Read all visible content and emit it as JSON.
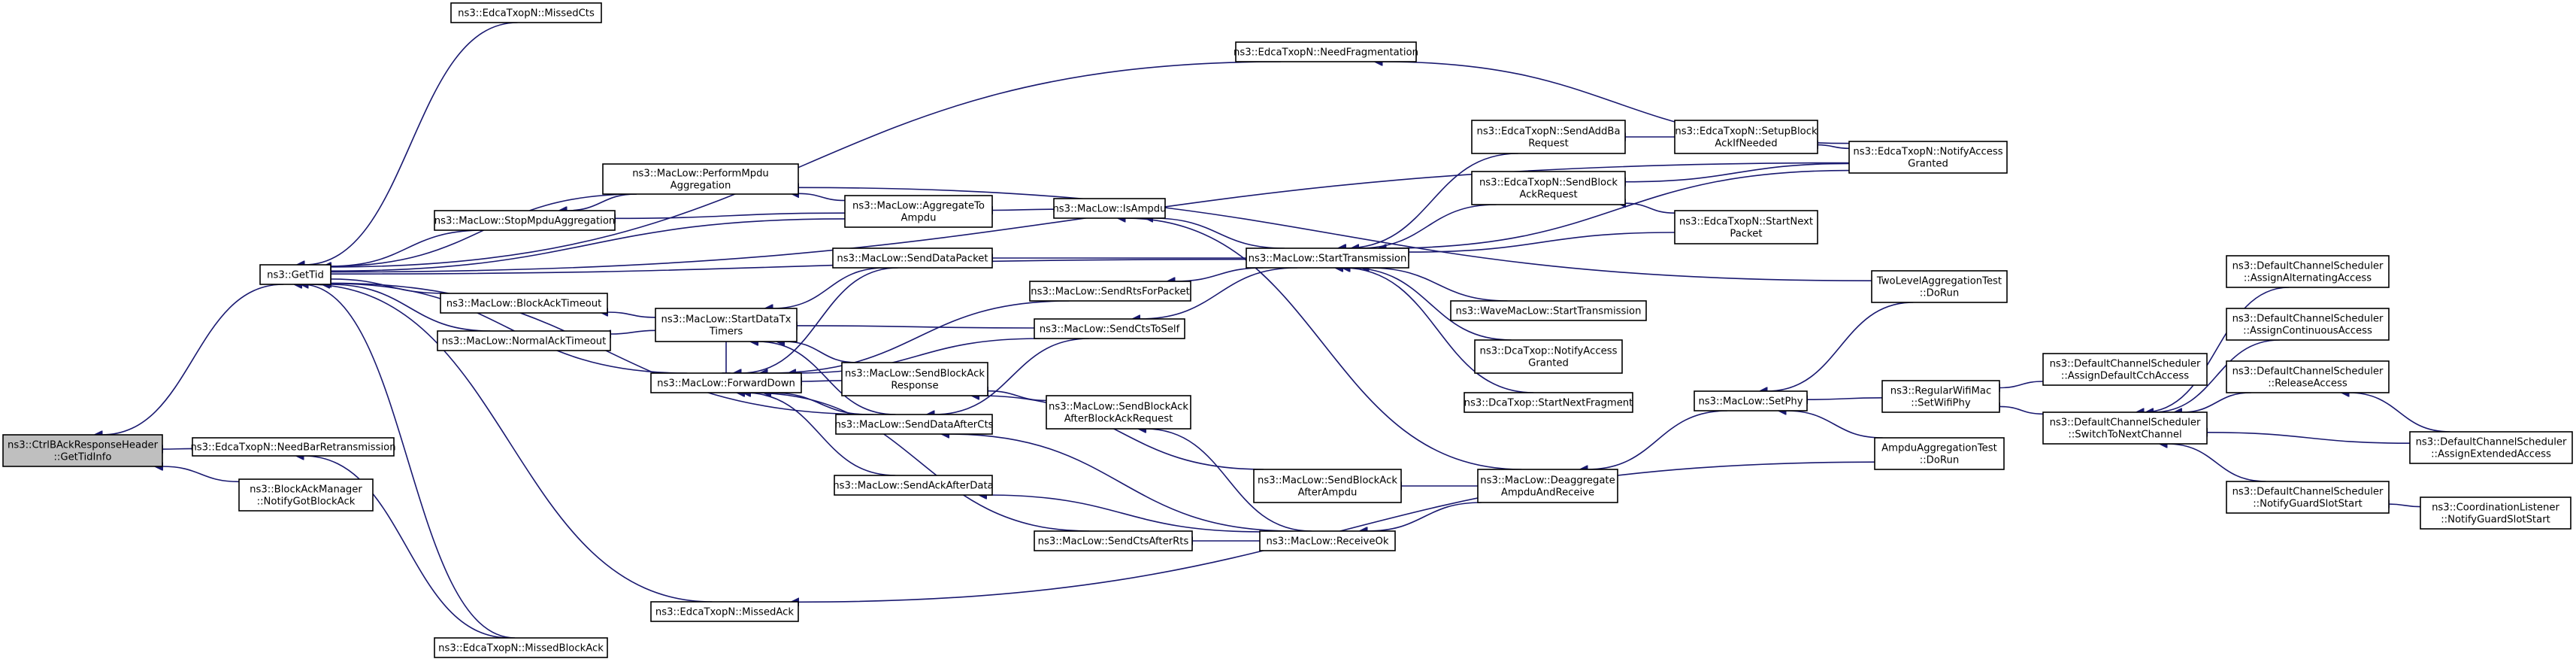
{
  "diagram": {
    "nodes": [
      {
        "id": "gettidinfo",
        "lines": [
          "ns3::CtrlBAckResponseHeader",
          "::GetTidInfo"
        ],
        "root": true
      },
      {
        "id": "gettid",
        "lines": [
          "ns3::GetTid"
        ]
      },
      {
        "id": "needbarretx",
        "lines": [
          "ns3::EdcaTxopN::NeedBarRetransmission"
        ]
      },
      {
        "id": "notifygotblockack",
        "lines": [
          "ns3::BlockAckManager",
          "::NotifyGotBlockAck"
        ]
      },
      {
        "id": "missedcts",
        "lines": [
          "ns3::EdcaTxopN::MissedCts"
        ]
      },
      {
        "id": "performmpdu",
        "lines": [
          "ns3::MacLow::PerformMpdu",
          "Aggregation"
        ]
      },
      {
        "id": "stopmpdu",
        "lines": [
          "ns3::MacLow::StopMpduAggregation"
        ]
      },
      {
        "id": "blockacktimeout",
        "lines": [
          "ns3::MacLow::BlockAckTimeout"
        ]
      },
      {
        "id": "normalacktimeout",
        "lines": [
          "ns3::MacLow::NormalAckTimeout"
        ]
      },
      {
        "id": "forwarddown",
        "lines": [
          "ns3::MacLow::ForwardDown"
        ]
      },
      {
        "id": "missedack",
        "lines": [
          "ns3::EdcaTxopN::MissedAck"
        ]
      },
      {
        "id": "missedblockack",
        "lines": [
          "ns3::EdcaTxopN::MissedBlockAck"
        ]
      },
      {
        "id": "aggregatetoampdu",
        "lines": [
          "ns3::MacLow::AggregateTo",
          "Ampdu"
        ]
      },
      {
        "id": "senddatapacket",
        "lines": [
          "ns3::MacLow::SendDataPacket"
        ]
      },
      {
        "id": "startdatatx",
        "lines": [
          "ns3::MacLow::StartDataTx",
          "Timers"
        ]
      },
      {
        "id": "sendblockackresp",
        "lines": [
          "ns3::MacLow::SendBlockAck",
          "Response"
        ]
      },
      {
        "id": "senddataaftercts",
        "lines": [
          "ns3::MacLow::SendDataAfterCts"
        ]
      },
      {
        "id": "sendackafterdata",
        "lines": [
          "ns3::MacLow::SendAckAfterData"
        ]
      },
      {
        "id": "needfrag",
        "lines": [
          "ns3::EdcaTxopN::NeedFragmentation"
        ]
      },
      {
        "id": "isampdu",
        "lines": [
          "ns3::MacLow::IsAmpdu"
        ]
      },
      {
        "id": "sendrtsforpacket",
        "lines": [
          "ns3::MacLow::SendRtsForPacket"
        ]
      },
      {
        "id": "sendctstoself",
        "lines": [
          "ns3::MacLow::SendCtsToSelf"
        ]
      },
      {
        "id": "sendblockackafterba",
        "lines": [
          "ns3::MacLow::SendBlockAck",
          "AfterBlockAckRequest"
        ]
      },
      {
        "id": "sendctsafterrts",
        "lines": [
          "ns3::MacLow::SendCtsAfterRts"
        ]
      },
      {
        "id": "starttransmission",
        "lines": [
          "ns3::MacLow::StartTransmission"
        ]
      },
      {
        "id": "sendblockackafterampdu",
        "lines": [
          "ns3::MacLow::SendBlockAck",
          "AfterAmpdu"
        ]
      },
      {
        "id": "receiveok",
        "lines": [
          "ns3::MacLow::ReceiveOk"
        ]
      },
      {
        "id": "sendaddba",
        "lines": [
          "ns3::EdcaTxopN::SendAddBa",
          "Request"
        ]
      },
      {
        "id": "sendblockackreq",
        "lines": [
          "ns3::EdcaTxopN::SendBlock",
          "AckRequest"
        ]
      },
      {
        "id": "wavestarttx",
        "lines": [
          "ns3::WaveMacLow::StartTransmission"
        ]
      },
      {
        "id": "dcanotifyaccess",
        "lines": [
          "ns3::DcaTxop::NotifyAccess",
          "Granted"
        ]
      },
      {
        "id": "dcastartnextfrag",
        "lines": [
          "ns3::DcaTxop::StartNextFragment"
        ]
      },
      {
        "id": "deaggregate",
        "lines": [
          "ns3::MacLow::Deaggregate",
          "AmpduAndReceive"
        ]
      },
      {
        "id": "setupblockack",
        "lines": [
          "ns3::EdcaTxopN::SetupBlock",
          "AckIfNeeded"
        ]
      },
      {
        "id": "startnextpacket",
        "lines": [
          "ns3::EdcaTxopN::StartNext",
          "Packet"
        ]
      },
      {
        "id": "edcanotifyaccess",
        "lines": [
          "ns3::EdcaTxopN::NotifyAccess",
          "Granted"
        ]
      },
      {
        "id": "setphy",
        "lines": [
          "ns3::MacLow::SetPhy"
        ]
      },
      {
        "id": "twolevelagg",
        "lines": [
          "TwoLevelAggregationTest",
          "::DoRun"
        ]
      },
      {
        "id": "regularwifimac",
        "lines": [
          "ns3::RegularWifiMac",
          "::SetWifiPhy"
        ]
      },
      {
        "id": "ampduaggtest",
        "lines": [
          "AmpduAggregationTest",
          "::DoRun"
        ]
      },
      {
        "id": "assigndefaultcch",
        "lines": [
          "ns3::DefaultChannelScheduler",
          "::AssignDefaultCchAccess"
        ]
      },
      {
        "id": "switchtonextchannel",
        "lines": [
          "ns3::DefaultChannelScheduler",
          "::SwitchToNextChannel"
        ]
      },
      {
        "id": "assignalternating",
        "lines": [
          "ns3::DefaultChannelScheduler",
          "::AssignAlternatingAccess"
        ]
      },
      {
        "id": "assigncontinuous",
        "lines": [
          "ns3::DefaultChannelScheduler",
          "::AssignContinuousAccess"
        ]
      },
      {
        "id": "releaseaccess",
        "lines": [
          "ns3::DefaultChannelScheduler",
          "::ReleaseAccess"
        ]
      },
      {
        "id": "assignextended",
        "lines": [
          "ns3::DefaultChannelScheduler",
          "::AssignExtendedAccess"
        ]
      },
      {
        "id": "notifyguardslotstart",
        "lines": [
          "ns3::DefaultChannelScheduler",
          "::NotifyGuardSlotStart"
        ]
      },
      {
        "id": "coordnotifyguard",
        "lines": [
          "ns3::CoordinationListener",
          "::NotifyGuardSlotStart"
        ]
      }
    ],
    "edges": [
      [
        "gettidinfo",
        "gettid"
      ],
      [
        "gettidinfo",
        "needbarretx"
      ],
      [
        "gettidinfo",
        "notifygotblockack"
      ],
      [
        "gettid",
        "missedcts"
      ],
      [
        "gettid",
        "performmpdu"
      ],
      [
        "gettid",
        "stopmpdu"
      ],
      [
        "gettid",
        "blockacktimeout"
      ],
      [
        "gettid",
        "normalacktimeout"
      ],
      [
        "gettid",
        "forwarddown"
      ],
      [
        "gettid",
        "senddataaftercts"
      ],
      [
        "gettid",
        "missedack"
      ],
      [
        "gettid",
        "missedblockack"
      ],
      [
        "gettid",
        "needfrag"
      ],
      [
        "gettid",
        "aggregatetoampdu"
      ],
      [
        "gettid",
        "starttransmission"
      ],
      [
        "gettid",
        "edcanotifyaccess"
      ],
      [
        "needbarretx",
        "missedblockack"
      ],
      [
        "performmpdu",
        "aggregatetoampdu"
      ],
      [
        "performmpdu",
        "twolevelagg"
      ],
      [
        "stopmpdu",
        "performmpdu"
      ],
      [
        "stopmpdu",
        "aggregatetoampdu"
      ],
      [
        "blockacktimeout",
        "startdatatx"
      ],
      [
        "normalacktimeout",
        "startdatatx"
      ],
      [
        "forwarddown",
        "senddatapacket"
      ],
      [
        "forwarddown",
        "startdatatx"
      ],
      [
        "forwarddown",
        "sendblockackresp"
      ],
      [
        "forwarddown",
        "senddataaftercts"
      ],
      [
        "forwarddown",
        "sendackafterdata"
      ],
      [
        "forwarddown",
        "sendrtsforpacket"
      ],
      [
        "forwarddown",
        "sendctstoself"
      ],
      [
        "forwarddown",
        "sendctsafterrts"
      ],
      [
        "aggregatetoampdu",
        "isampdu"
      ],
      [
        "isampdu",
        "starttransmission"
      ],
      [
        "isampdu",
        "deaggregate"
      ],
      [
        "startdatatx",
        "senddatapacket"
      ],
      [
        "startdatatx",
        "sendblockackresp"
      ],
      [
        "startdatatx",
        "senddataaftercts"
      ],
      [
        "startdatatx",
        "sendctstoself"
      ],
      [
        "senddatapacket",
        "starttransmission"
      ],
      [
        "sendrtsforpacket",
        "starttransmission"
      ],
      [
        "sendctstoself",
        "starttransmission"
      ],
      [
        "sendblockackresp",
        "sendblockackafterba"
      ],
      [
        "sendblockackresp",
        "sendblockackafterampdu"
      ],
      [
        "senddataaftercts",
        "sendctstoself"
      ],
      [
        "senddataaftercts",
        "receiveok"
      ],
      [
        "sendackafterdata",
        "receiveok"
      ],
      [
        "sendblockackafterba",
        "receiveok"
      ],
      [
        "sendctsafterrts",
        "receiveok"
      ],
      [
        "starttransmission",
        "sendaddba"
      ],
      [
        "starttransmission",
        "sendblockackreq"
      ],
      [
        "starttransmission",
        "wavestarttx"
      ],
      [
        "starttransmission",
        "dcanotifyaccess"
      ],
      [
        "starttransmission",
        "dcastartnextfrag"
      ],
      [
        "starttransmission",
        "edcanotifyaccess"
      ],
      [
        "starttransmission",
        "startnextpacket"
      ],
      [
        "sendblockackafterampdu",
        "deaggregate"
      ],
      [
        "receiveok",
        "deaggregate"
      ],
      [
        "sendaddba",
        "setupblockack"
      ],
      [
        "sendblockackreq",
        "startnextpacket"
      ],
      [
        "sendblockackreq",
        "edcanotifyaccess"
      ],
      [
        "setupblockack",
        "edcanotifyaccess"
      ],
      [
        "needfrag",
        "edcanotifyaccess"
      ],
      [
        "deaggregate",
        "setphy"
      ],
      [
        "missedack",
        "ampduaggtest"
      ],
      [
        "setphy",
        "twolevelagg"
      ],
      [
        "setphy",
        "regularwifimac"
      ],
      [
        "setphy",
        "ampduaggtest"
      ],
      [
        "regularwifimac",
        "assigndefaultcch"
      ],
      [
        "regularwifimac",
        "switchtonextchannel"
      ],
      [
        "switchtonextchannel",
        "assignalternating"
      ],
      [
        "switchtonextchannel",
        "assigncontinuous"
      ],
      [
        "switchtonextchannel",
        "releaseaccess"
      ],
      [
        "switchtonextchannel",
        "assignextended"
      ],
      [
        "switchtonextchannel",
        "notifyguardslotstart"
      ],
      [
        "releaseaccess",
        "assignextended"
      ],
      [
        "notifyguardslotstart",
        "coordnotifyguard"
      ]
    ]
  }
}
